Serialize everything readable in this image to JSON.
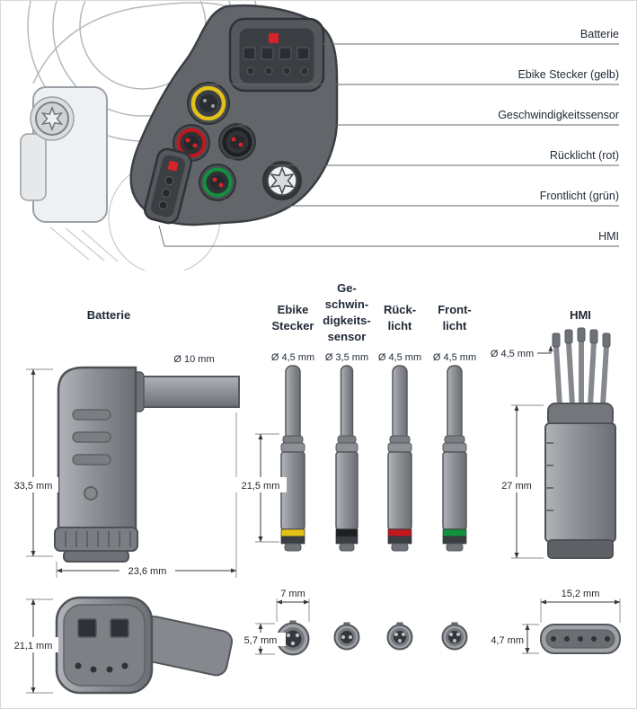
{
  "callouts": {
    "batterie": "Batterie",
    "ebike_stecker": "Ebike Stecker (gelb)",
    "geschwindigkeitssensor": "Geschwindigkeitssensor",
    "ruecklicht": "Rücklicht (rot)",
    "frontlicht": "Frontlicht (grün)",
    "hmi": "HMI"
  },
  "columns": {
    "batterie": {
      "header": "Batterie",
      "cable_diameter": "Ø 10 mm",
      "body_height": "33,5 mm",
      "body_depth": "23,6 mm",
      "face_height": "21,1 mm"
    },
    "ebike": {
      "header_lines": [
        "Ebike",
        "Stecker"
      ],
      "cable_diameter": "Ø 4,5 mm",
      "plug_length": "21,5 mm",
      "face_width": "7 mm",
      "face_height": "5,7 mm",
      "ring_color": "#e3c119"
    },
    "speed": {
      "header_lines": [
        "Ge-",
        "schwin-",
        "digkeits-",
        "sensor"
      ],
      "cable_diameter": "Ø 3,5 mm",
      "ring_color": "#1d1f21"
    },
    "ruecklicht": {
      "header_lines": [
        "Rück-",
        "licht"
      ],
      "cable_diameter": "Ø 4,5 mm",
      "ring_color": "#c4161f"
    },
    "frontlicht": {
      "header_lines": [
        "Front-",
        "licht"
      ],
      "cable_diameter": "Ø 4,5 mm",
      "ring_color": "#12913f"
    },
    "hmi": {
      "header": "HMI",
      "cable_diameter": "Ø 4,5 mm",
      "plug_length": "27 mm",
      "face_width": "15,2 mm",
      "face_height": "4,7 mm"
    }
  },
  "colors": {
    "yellow_ring": "#e3c119",
    "red_ring": "#c4161f",
    "green_ring": "#12913f",
    "red_marker": "#d6232b"
  }
}
